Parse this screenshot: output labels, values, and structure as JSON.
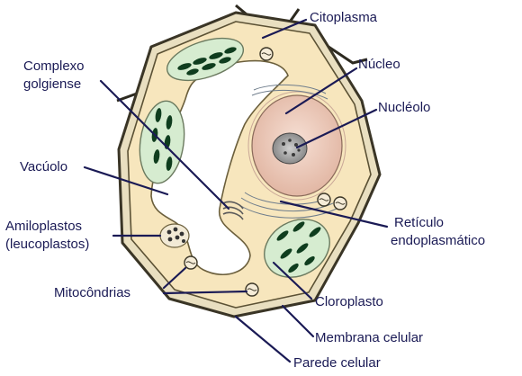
{
  "labels": {
    "citoplasma": "Citoplasma",
    "complexo_1": "Complexo",
    "complexo_2": "golgiense",
    "nucleo": "Núcleo",
    "nucleolo": "Nucléolo",
    "vacuolo": "Vacúolo",
    "amiloplastos_1": "Amiloplastos",
    "amiloplastos_2": "(leucoplastos)",
    "reticulo_1": "Retículo",
    "reticulo_2": "endoplasmático",
    "mitocondrias": "Mitocôndrias",
    "cloroplasto": "Cloroplasto",
    "membrana": "Membrana celular",
    "parede": "Parede celular"
  },
  "colors": {
    "wall": "#e9dfc0",
    "cytoplasm": "#f7e6bd",
    "vacuole": "#ffffff",
    "nucleus": "#f1d3c4",
    "nucleolus": "#555555",
    "chloroplast": "#d6ecd0",
    "grana": "#0f3d1e",
    "label": "#1a1a55"
  }
}
